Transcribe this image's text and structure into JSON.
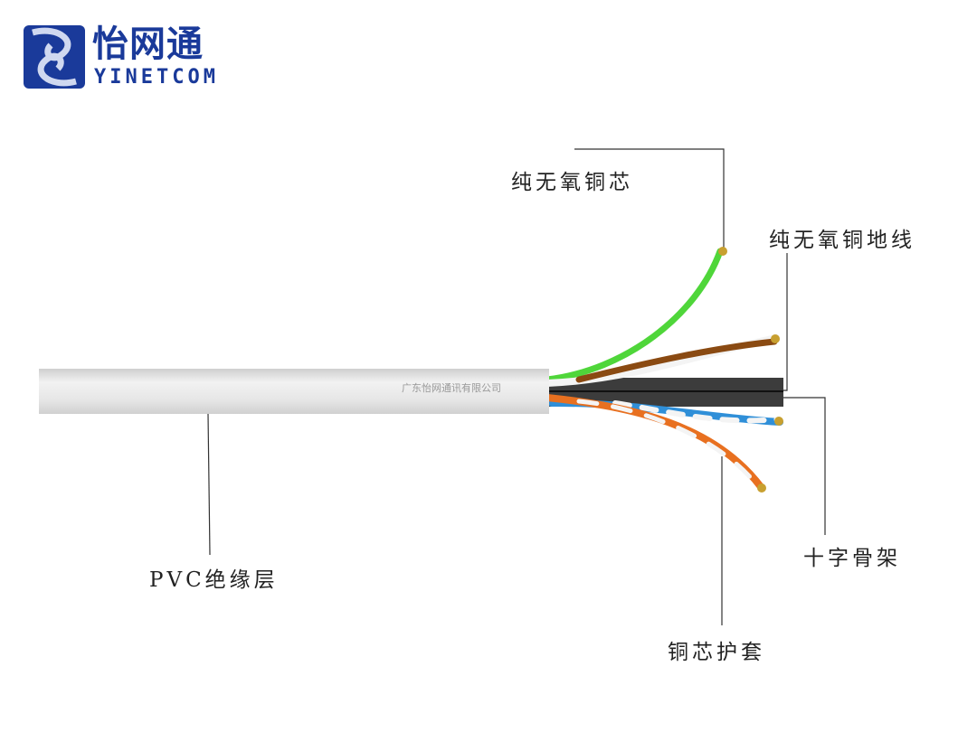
{
  "logo": {
    "cn": "怡网通",
    "en": "YINETCOM"
  },
  "cable_print": "广东怡网通讯有限公司",
  "labels": {
    "core": "纯无氧铜芯",
    "ground": "纯无氧铜地线",
    "pvc": "PVC绝缘层",
    "cross": "十字骨架",
    "sheath": "铜芯护套"
  },
  "colors": {
    "brand": "#1a3a9a",
    "green": "#4fd63a",
    "brown": "#8a4a12",
    "blue": "#2f8fd8",
    "orange": "#e87020",
    "core": "#3c3c3c"
  }
}
